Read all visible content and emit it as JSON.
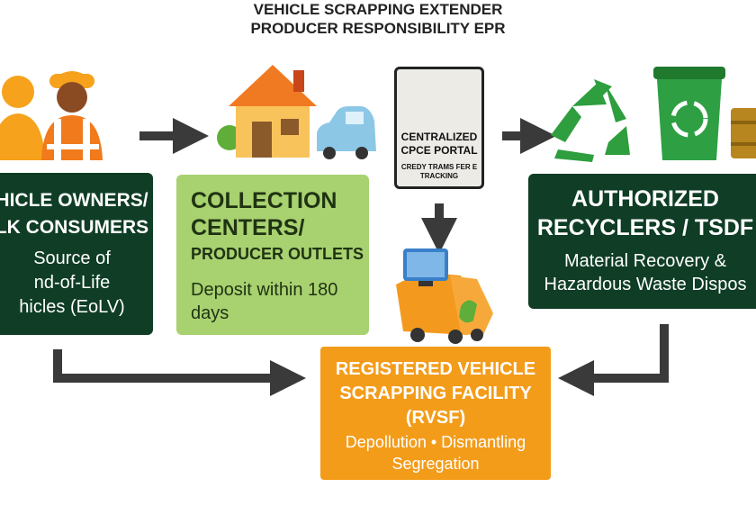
{
  "title": {
    "line1": "VEHICLE SCRAPPING EXTENDER",
    "line2": "PRODUCER RESPONSIBILITY EPR"
  },
  "owners": {
    "heading": [
      "HICLE OWNERS/",
      "LK CONSUMERS"
    ],
    "sub": [
      "Source of",
      "nd-of-Life",
      "hicles (EoLV)"
    ]
  },
  "collection": {
    "heading": "COLLECTION CENTERS/",
    "sub_heading": "PRODUCER OUTLETS",
    "note": "Deposit within 180 days"
  },
  "portal": {
    "title": "CENTRALIZED CPCE PORTAL",
    "sub": "CREDY TRAMS FER E TRACKING"
  },
  "recyclers": {
    "heading": [
      "AUTHORIZED",
      "RECYCLERS / TSDF"
    ],
    "sub": [
      "Material Recovery &",
      "Hazardous Waste Dispos"
    ]
  },
  "rvsf": {
    "heading": [
      "REGISTERED VEHICLE",
      "SCRAPPING FACILITY",
      "(RVSF)"
    ],
    "sub": [
      "Depollution • Dismantling",
      "Segregation"
    ]
  },
  "icons": [
    "people-icon",
    "house-icon",
    "car-icon",
    "monitor-icon",
    "recycle-icon",
    "recycle-bin-icon",
    "barrel-icon",
    "scrap-truck-icon"
  ],
  "colors": {
    "dark_green": "#0f3d25",
    "light_green": "#a8d170",
    "orange": "#f39c1a",
    "arrow": "#3a3a3a"
  }
}
